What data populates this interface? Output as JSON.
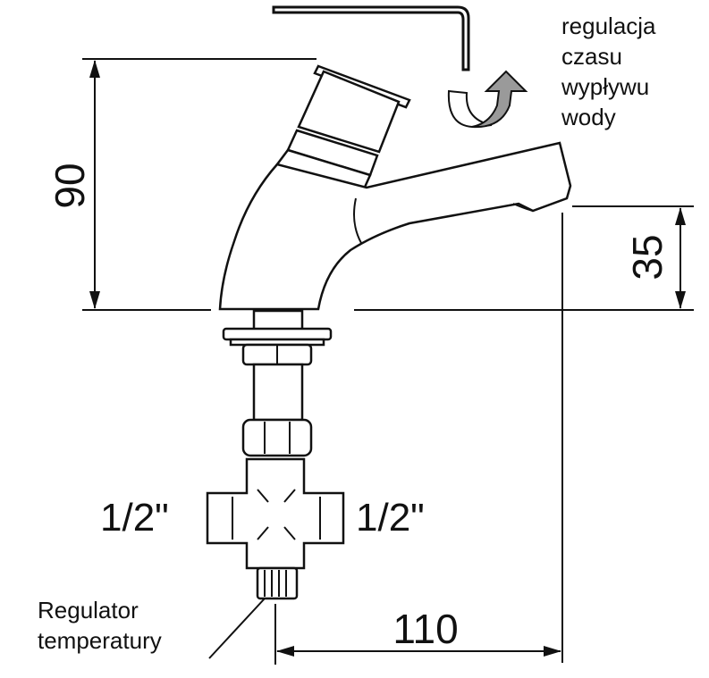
{
  "dimensions": {
    "height_total": "90",
    "spout_height": "35",
    "spout_reach": "110"
  },
  "connections": {
    "left": "1/2\"",
    "right": "1/2\""
  },
  "notes": {
    "water_flow_time_lines": [
      "regulacja",
      "czasu",
      "wypływu",
      "wody"
    ],
    "temperature_regulator_lines": [
      "Regulator",
      "temperatury"
    ]
  },
  "colors": {
    "line": "#111111",
    "arrow_fill": "#9a9a9a",
    "background": "#ffffff"
  }
}
